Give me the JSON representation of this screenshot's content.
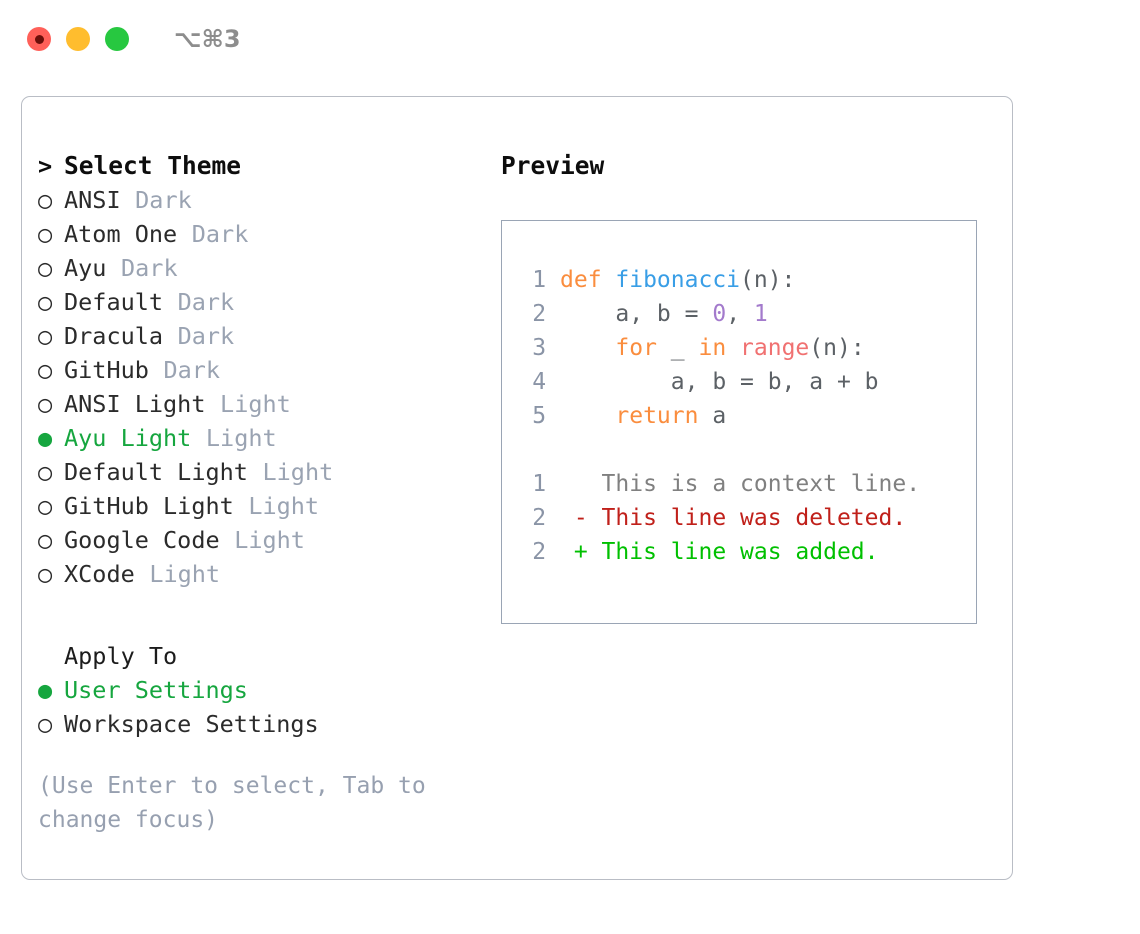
{
  "titlebar": {
    "shortcut": "⌥⌘3",
    "buttons": [
      {
        "name": "close",
        "color": "#ff6059"
      },
      {
        "name": "minimize",
        "color": "#ffbd2e"
      },
      {
        "name": "maximize",
        "color": "#27c840"
      }
    ]
  },
  "theme_list": {
    "header": "Select Theme",
    "header_marker": ">",
    "marker_unselected": "○",
    "marker_selected": "●",
    "items": [
      {
        "name": "ANSI",
        "kind": "Dark",
        "selected": false
      },
      {
        "name": "Atom One",
        "kind": "Dark",
        "selected": false
      },
      {
        "name": "Ayu",
        "kind": "Dark",
        "selected": false
      },
      {
        "name": "Default",
        "kind": "Dark",
        "selected": false
      },
      {
        "name": "Dracula",
        "kind": "Dark",
        "selected": false
      },
      {
        "name": "GitHub",
        "kind": "Dark",
        "selected": false
      },
      {
        "name": "ANSI Light",
        "kind": "Light",
        "selected": false
      },
      {
        "name": "Ayu Light",
        "kind": "Light",
        "selected": true
      },
      {
        "name": "Default Light",
        "kind": "Light",
        "selected": false
      },
      {
        "name": "GitHub Light",
        "kind": "Light",
        "selected": false
      },
      {
        "name": "Google Code",
        "kind": "Light",
        "selected": false
      },
      {
        "name": "XCode",
        "kind": "Light",
        "selected": false
      }
    ]
  },
  "apply_to": {
    "header": "Apply To",
    "items": [
      {
        "name": "User Settings",
        "selected": true
      },
      {
        "name": "Workspace Settings",
        "selected": false
      }
    ]
  },
  "hint": "(Use Enter to select, Tab to change focus)",
  "preview": {
    "title": "Preview",
    "code_lines": [
      {
        "number": "1",
        "tokens": [
          {
            "text": "def ",
            "type": "keyword"
          },
          {
            "text": "fibonacci",
            "type": "function"
          },
          {
            "text": "(n):",
            "type": "plain"
          }
        ]
      },
      {
        "number": "2",
        "tokens": [
          {
            "text": "    a, b = ",
            "type": "plain"
          },
          {
            "text": "0",
            "type": "number"
          },
          {
            "text": ", ",
            "type": "plain"
          },
          {
            "text": "1",
            "type": "number"
          }
        ]
      },
      {
        "number": "3",
        "tokens": [
          {
            "text": "    ",
            "type": "plain"
          },
          {
            "text": "for",
            "type": "keyword"
          },
          {
            "text": " _ ",
            "type": "plain"
          },
          {
            "text": "in",
            "type": "keyword"
          },
          {
            "text": " ",
            "type": "plain"
          },
          {
            "text": "range",
            "type": "builtin"
          },
          {
            "text": "(n):",
            "type": "plain"
          }
        ]
      },
      {
        "number": "4",
        "tokens": [
          {
            "text": "        a, b = b, a + b",
            "type": "plain"
          }
        ]
      },
      {
        "number": "5",
        "tokens": [
          {
            "text": "    ",
            "type": "plain"
          },
          {
            "text": "return",
            "type": "keyword"
          },
          {
            "text": " a",
            "type": "plain"
          }
        ]
      }
    ],
    "diff_lines": [
      {
        "number": "1",
        "marker": " ",
        "text": " This is a context line.",
        "type": "context"
      },
      {
        "number": "2",
        "marker": "-",
        "text": " This line was deleted.",
        "type": "deleted"
      },
      {
        "number": "2",
        "marker": "+",
        "text": " This line was added.",
        "type": "added"
      }
    ]
  },
  "colors": {
    "accent_green": "#16a63f",
    "keyword": "#fa8d3e",
    "function": "#399ee6",
    "number": "#a37acc",
    "builtin": "#f07171",
    "plain": "#5c6166",
    "line_number": "#8a94a6",
    "muted": "#9aa3b2",
    "diff_added": "#00c000",
    "diff_deleted": "#c0201a",
    "diff_context": "#808080",
    "panel_border": "#b9bdc5",
    "preview_border": "#9aa5b5"
  }
}
